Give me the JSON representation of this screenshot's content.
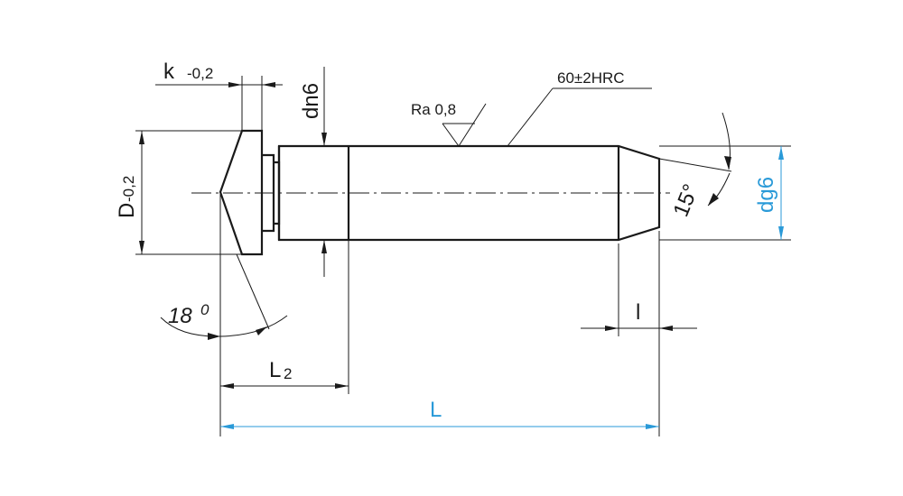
{
  "labels": {
    "k": "k",
    "k_tol": "-0,2",
    "dn6": "dn6",
    "D": "D",
    "D_tol": "-0,2",
    "hardness": "60±2HRC",
    "roughness": "Ra 0,8",
    "dg6": "dg6",
    "chamfer_angle": "15°",
    "point_angle": "18",
    "point_angle_unit": "0",
    "l": "l",
    "L2": "L",
    "L2_sub": "2",
    "L": "L"
  },
  "colors": {
    "line": "#1a1a1a",
    "accent": "#2a9ad8"
  }
}
